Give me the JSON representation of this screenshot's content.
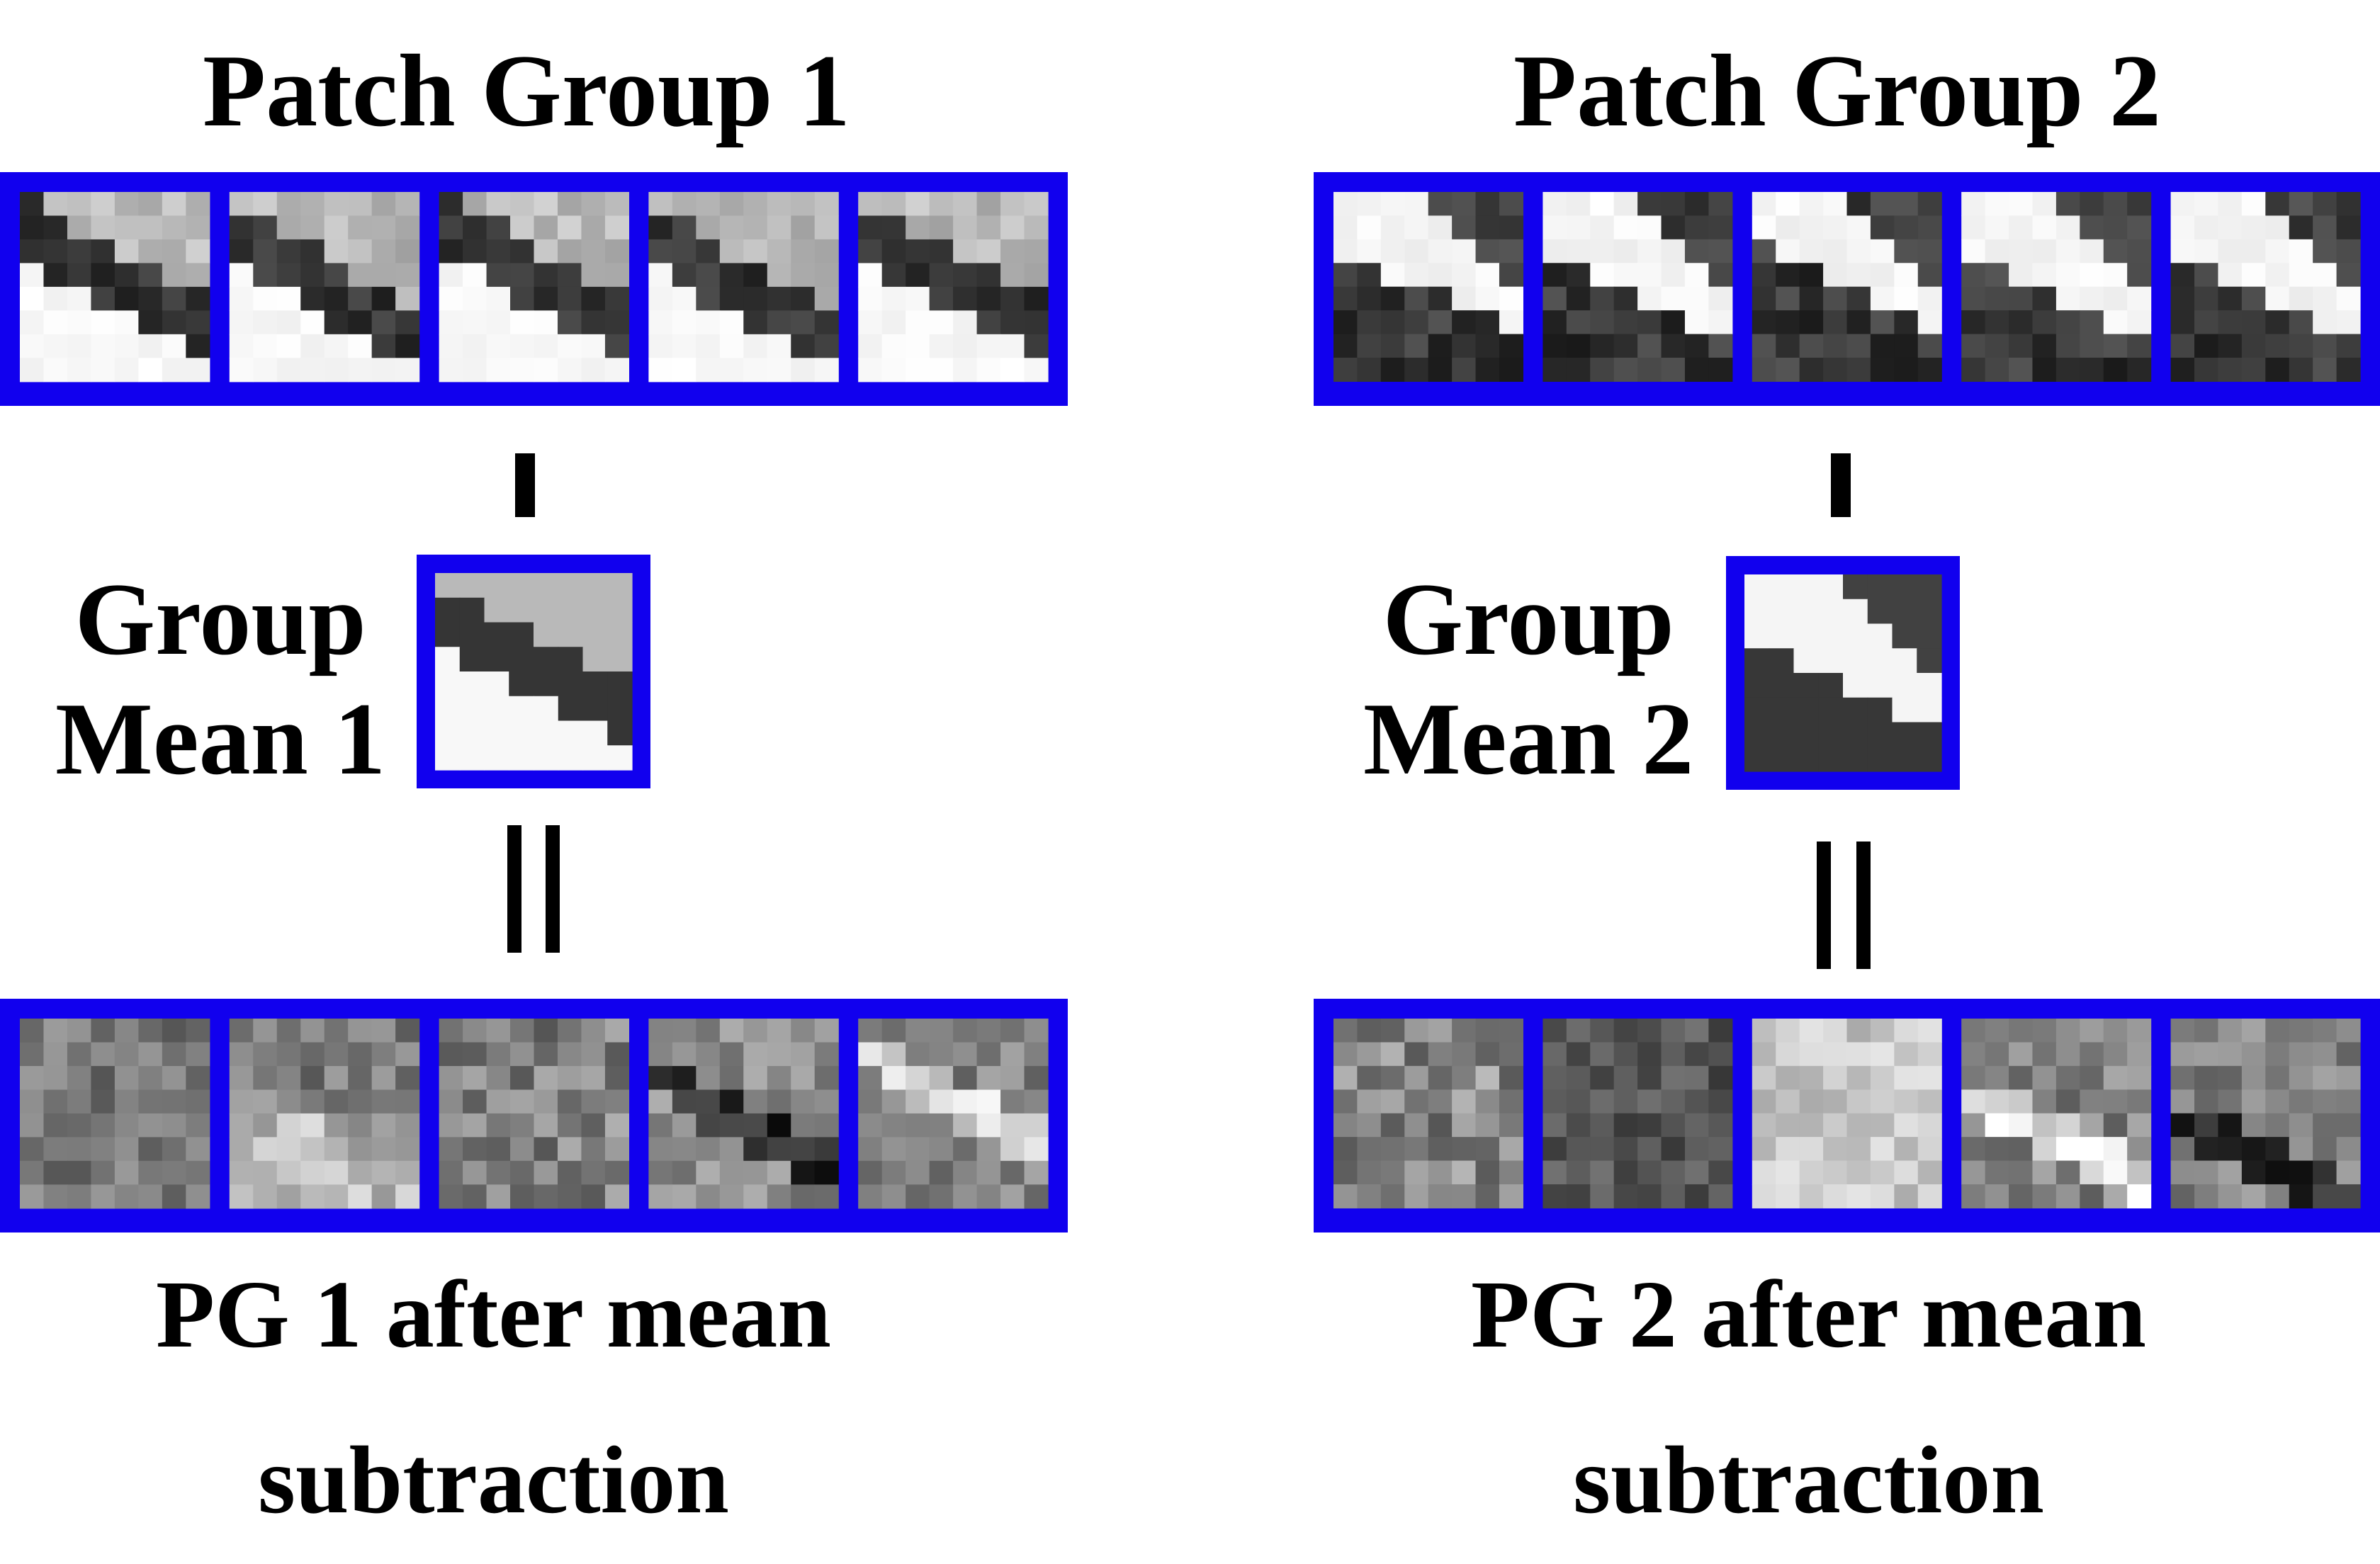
{
  "colors": {
    "frame": "#1100ee",
    "background": "#ffffff",
    "text": "#000000"
  },
  "groups": [
    {
      "title": "Patch Group 1",
      "mean_label_line1": "Group",
      "mean_label_line2": "Mean 1",
      "after_line1": "PG 1 after mean",
      "after_line2": "subtraction",
      "minus_symbol": "-",
      "equals_symbol": "="
    },
    {
      "title": "Patch Group 2",
      "mean_label_line1": "Group",
      "mean_label_line2": "Mean 2",
      "after_line1": "PG 2 after mean",
      "after_line2": "subtraction",
      "minus_symbol": "-",
      "equals_symbol": "="
    }
  ]
}
